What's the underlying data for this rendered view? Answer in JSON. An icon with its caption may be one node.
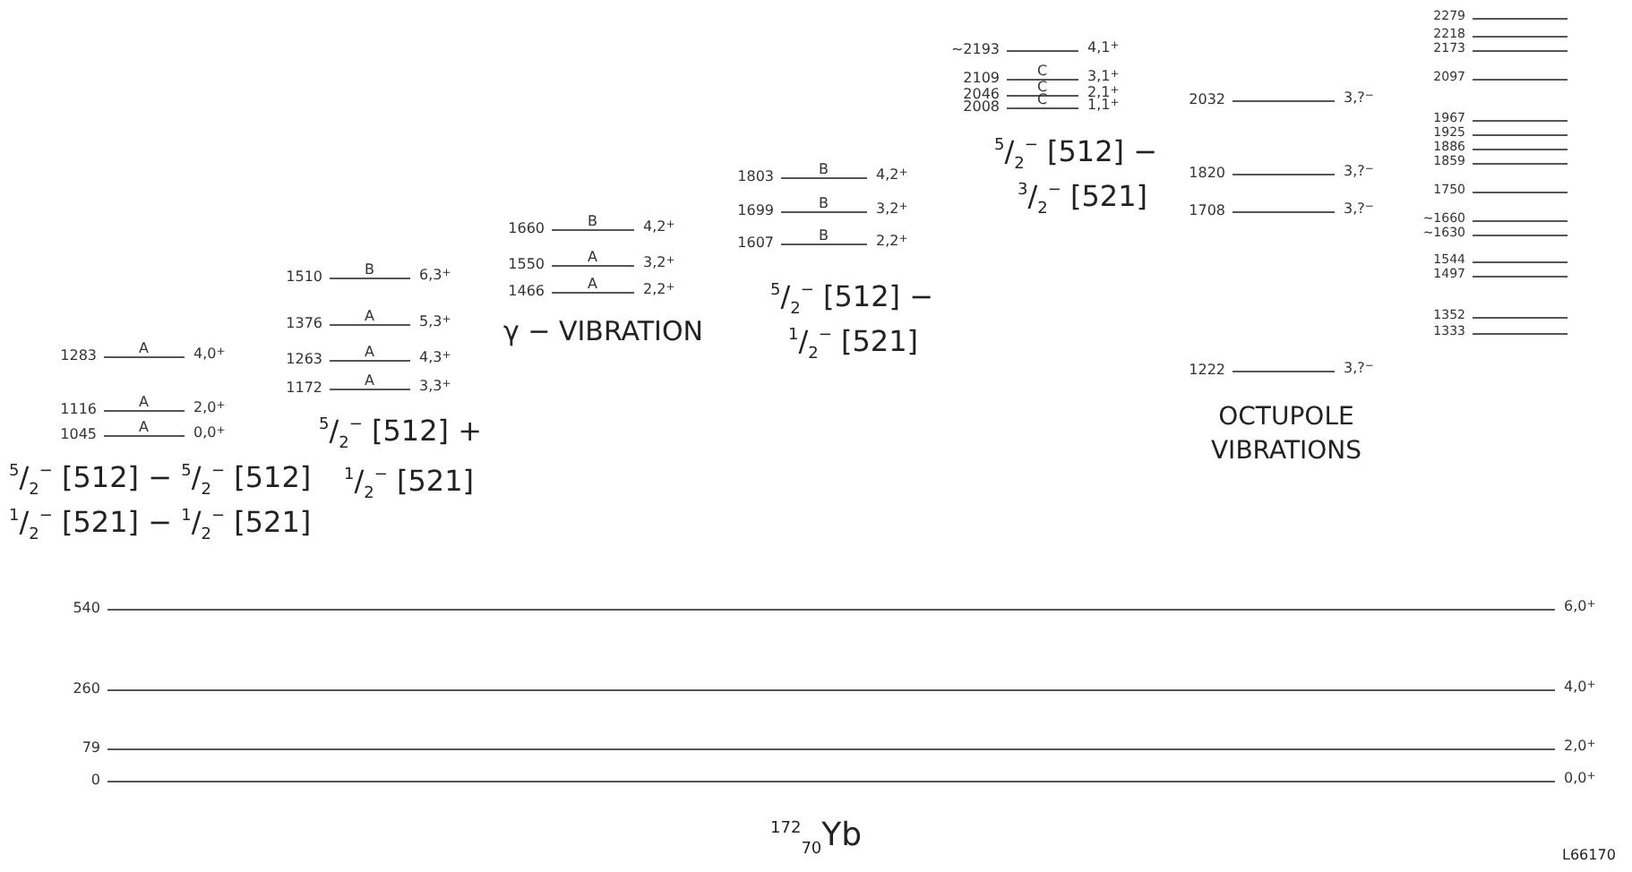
{
  "diagram": {
    "title": "$^{172}$$_{70}$Yb",
    "nodes": [
      {
        "text": [
          "1283",
          "A",
          "4,0$^{+}$"
        ]
      },
      {
        "text": [
          "1116",
          "A",
          "2,0$^{+}$"
        ]
      },
      {
        "text": [
          "1045",
          "A",
          "0,0$^{+}$"
        ]
      },
      {
        "text": [
          "1510",
          "B",
          "6,3$^{+}$"
        ]
      },
      {
        "text": [
          "1376",
          "A",
          "5,3$^{+}$"
        ]
      },
      {
        "text": [
          "1263",
          "A",
          "4,3$^{+}$"
        ]
      },
      {
        "text": [
          "1172",
          "A",
          "3,3$^{+}$"
        ]
      },
      {
        "text": [
          "1660",
          "B",
          "4,2$^{+}$"
        ]
      },
      {
        "text": [
          "1550",
          "A",
          "3,2$^{+}$"
        ]
      },
      {
        "text": [
          "1466",
          "A",
          "2,2$^{+}$"
        ]
      },
      {
        "text": [
          "1803",
          "B",
          "4,2$^{+}$"
        ]
      },
      {
        "text": [
          "1699",
          "B",
          "3,2$^{+}$"
        ]
      },
      {
        "text": [
          "1607",
          "B",
          "2,2$^{+}$"
        ]
      },
      {
        "text": [
          "∼2193",
          "4,1$^{+}$"
        ]
      },
      {
        "text": [
          "2109",
          "C",
          "3,1$^{+}$"
        ]
      },
      {
        "text": [
          "2046",
          "C",
          "2,1$^{+}$"
        ]
      },
      {
        "text": [
          "2008",
          "C",
          "1,1$^{+}$"
        ]
      },
      {
        "text": [
          "2032",
          "3,?$^{−}$"
        ]
      },
      {
        "text": [
          "1820",
          "3,?$^{−}$"
        ]
      },
      {
        "text": [
          "1708",
          "3,?$^{−}$"
        ]
      },
      {
        "text": [
          "1222",
          "3,?$^{−}$"
        ]
      },
      {
        "text": [
          "2279"
        ]
      },
      {
        "text": [
          "2218"
        ]
      },
      {
        "text": [
          "2173"
        ]
      },
      {
        "text": [
          "2097"
        ]
      },
      {
        "text": [
          "1967"
        ]
      },
      {
        "text": [
          "1925"
        ]
      },
      {
        "text": [
          "1886"
        ]
      },
      {
        "text": [
          "1859"
        ]
      },
      {
        "text": [
          "1750"
        ]
      },
      {
        "text": [
          "∼1660"
        ]
      },
      {
        "text": [
          "∼1630"
        ]
      },
      {
        "text": [
          "1544"
        ]
      },
      {
        "text": [
          "1497"
        ]
      },
      {
        "text": [
          "1352"
        ]
      },
      {
        "text": [
          "1333"
        ]
      },
      {
        "text": [
          "540",
          "6,0$^{+}$"
        ]
      },
      {
        "text": [
          "260",
          "4,0$^{+}$"
        ]
      },
      {
        "text": [
          "79",
          "2,0$^{+}$"
        ]
      },
      {
        "text": [
          "0",
          "0,0$^{+}$"
        ]
      }
    ],
    "labels": [
      "$^{5}$/$_{2}$$^{−}$ [512] − $^{5}$/$_{2}$$^{−}$ [512]",
      "$^{1}$/$_{2}$$^{−}$ [521] − $^{1}$/$_{2}$$^{−}$ [521]",
      "$^{5}$/$_{2}$$^{−}$ [512] +",
      "$^{1}$/$_{2}$$^{−}$ [521]",
      "γ − VIBRATION",
      "$^{5}$/$_{2}$$^{−}$ [512] −",
      "$^{1}$/$_{2}$$^{−}$ [521]",
      "$^{5}$/$_{2}$$^{−}$ [512] −",
      "$^{3}$/$_{2}$$^{−}$ [521]",
      "OCTUPOLE VIBRATIONS",
      "L66170"
    ]
  }
}
